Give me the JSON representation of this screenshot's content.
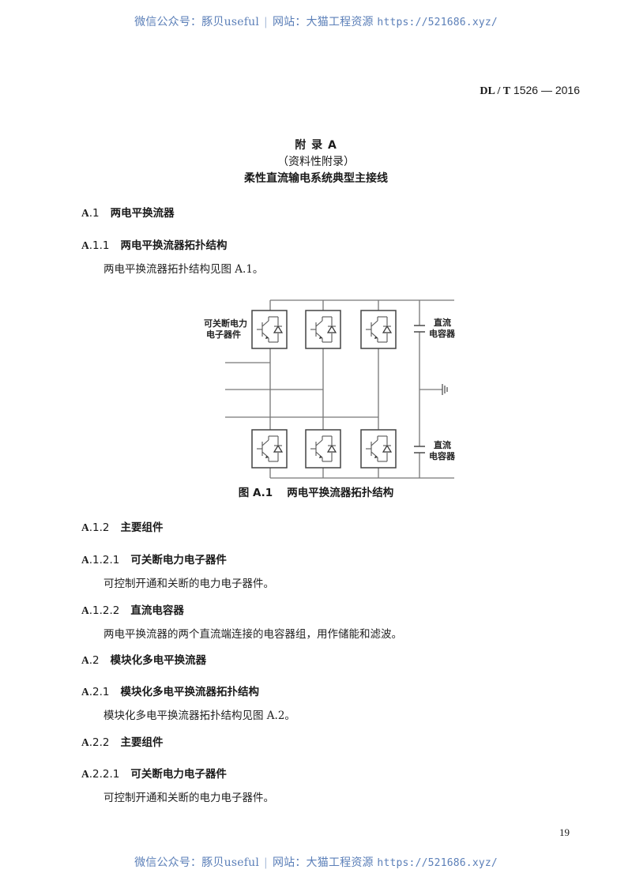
{
  "watermark": {
    "wechat_label": "微信公众号：豚贝useful",
    "separator": "|",
    "site_label": "网站：大猫工程资源",
    "url": "https://521686.xyz/"
  },
  "header": {
    "standard_code_prefix": "DL / T",
    "standard_code_rest": " 1526 — 2016"
  },
  "appendix": {
    "title": "附 录 A",
    "subtitle": "（资料性附录）",
    "heading": "柔性直流输电系统典型主接线"
  },
  "sections": [
    {
      "id": "a1",
      "num_prefix": "A",
      "num_rest": ".1",
      "title": "两电平换流器"
    },
    {
      "id": "a11",
      "num_prefix": "A",
      "num_rest": ".1.1",
      "title": "两电平换流器拓扑结构",
      "body": "两电平换流器拓扑结构见图 A.1。"
    },
    {
      "id": "a12",
      "num_prefix": "A",
      "num_rest": ".1.2",
      "title": "主要组件"
    },
    {
      "id": "a121",
      "num_prefix": "A",
      "num_rest": ".1.2.1",
      "title": "可关断电力电子器件",
      "body": "可控制开通和关断的电力电子器件。"
    },
    {
      "id": "a122",
      "num_prefix": "A",
      "num_rest": ".1.2.2",
      "title": "直流电容器",
      "body": "两电平换流器的两个直流端连接的电容器组，用作储能和滤波。"
    },
    {
      "id": "a2",
      "num_prefix": "A",
      "num_rest": ".2",
      "title": "模块化多电平换流器"
    },
    {
      "id": "a21",
      "num_prefix": "A",
      "num_rest": ".2.1",
      "title": "模块化多电平换流器拓扑结构",
      "body": "模块化多电平换流器拓扑结构见图 A.2。"
    },
    {
      "id": "a22",
      "num_prefix": "A",
      "num_rest": ".2.2",
      "title": "主要组件"
    },
    {
      "id": "a221",
      "num_prefix": "A",
      "num_rest": ".2.2.1",
      "title": "可关断电力电子器件",
      "body": "可控制开通和关断的电力电子器件。"
    }
  ],
  "figure": {
    "caption_num": "图 A.1",
    "caption_title": "两电平换流器拓扑结构",
    "labels": {
      "switch_line1": "可关断电力",
      "switch_line2": "电子器件",
      "cap_top_line1": "直流",
      "cap_top_line2": "电容器",
      "cap_bottom_line1": "直流",
      "cap_bottom_line2": "电容器"
    },
    "component_counts": {
      "switch_modules": 6,
      "dc_capacitors": 2,
      "ac_phases": 3
    }
  },
  "page_number": "19"
}
